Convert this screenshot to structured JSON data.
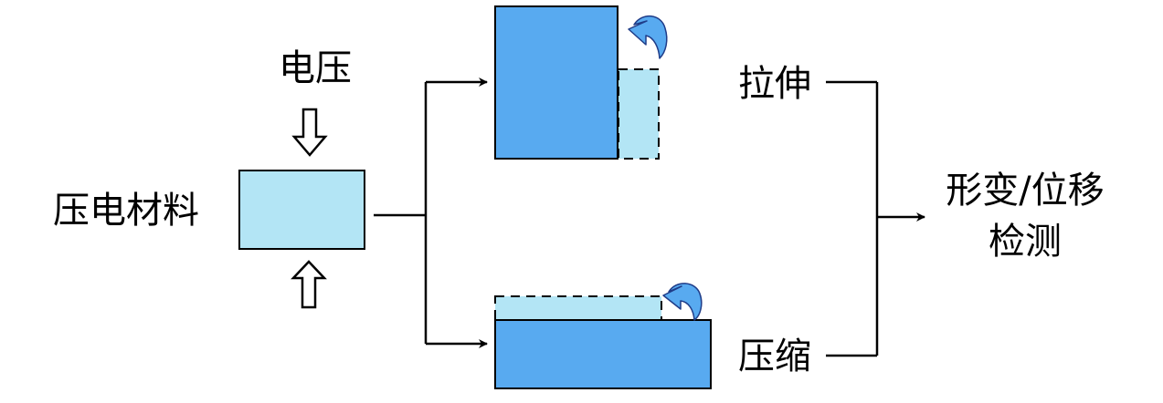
{
  "labels": {
    "voltage": "电压",
    "material": "压电材料",
    "stretch": "拉伸",
    "compress": "压缩",
    "output_line1": "形变/位移",
    "output_line2": "检测"
  },
  "colors": {
    "light_block": "#b3e5f5",
    "dark_block": "#58aaf0",
    "stroke": "#000000",
    "curl_arrow": "#58aaf0"
  },
  "icons": {
    "force_down": "hollow-down-arrow-icon",
    "force_up": "hollow-up-arrow-icon",
    "curl": "curved-arrow-icon"
  }
}
